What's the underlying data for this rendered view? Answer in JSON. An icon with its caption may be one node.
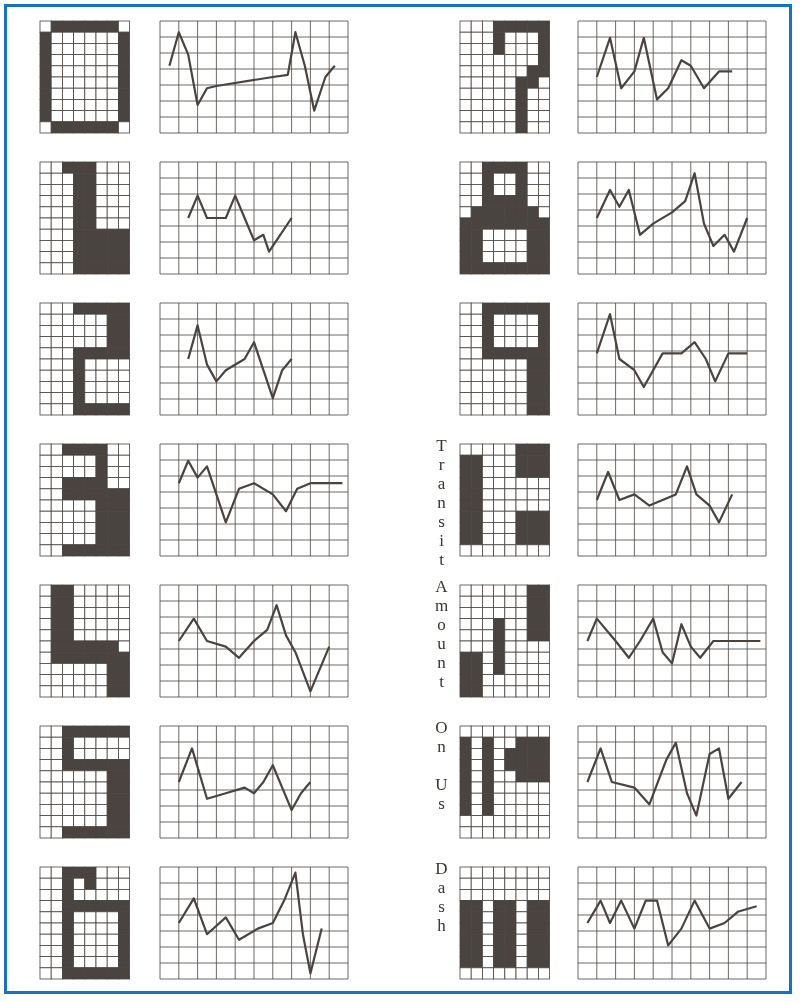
{
  "diagram": {
    "labels": [
      "Transit",
      "Amount",
      "On Us",
      "Dash"
    ]
  }
}
